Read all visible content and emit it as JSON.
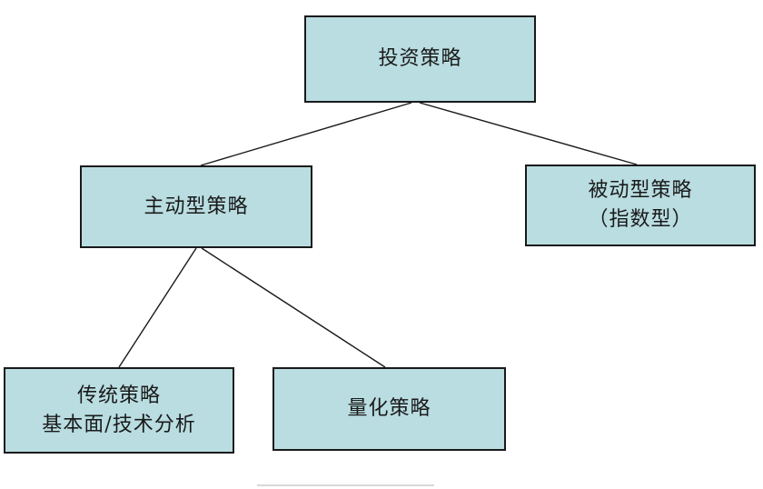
{
  "diagram": {
    "type": "tree",
    "background_color": "#ffffff",
    "box_fill_color": "#b9dde1",
    "box_border_color": "#1a1a1a",
    "connector_color": "#1a1a1a",
    "partial_box_color": "#cccccc",
    "nodes": [
      {
        "id": "root",
        "label": "投资策略",
        "sublabel": "",
        "parent": null
      },
      {
        "id": "active",
        "label": "主动型策略",
        "sublabel": "",
        "parent": "root"
      },
      {
        "id": "passive",
        "label": "被动型策略",
        "sublabel": "（指数型）",
        "parent": "root"
      },
      {
        "id": "traditional",
        "label": "传统策略",
        "sublabel": "基本面/技术分析",
        "parent": "active"
      },
      {
        "id": "quant",
        "label": "量化策略",
        "sublabel": "",
        "parent": "active"
      }
    ],
    "edges": [
      {
        "from": "root",
        "to": "active"
      },
      {
        "from": "root",
        "to": "passive"
      },
      {
        "from": "active",
        "to": "traditional"
      },
      {
        "from": "active",
        "to": "quant"
      }
    ]
  }
}
